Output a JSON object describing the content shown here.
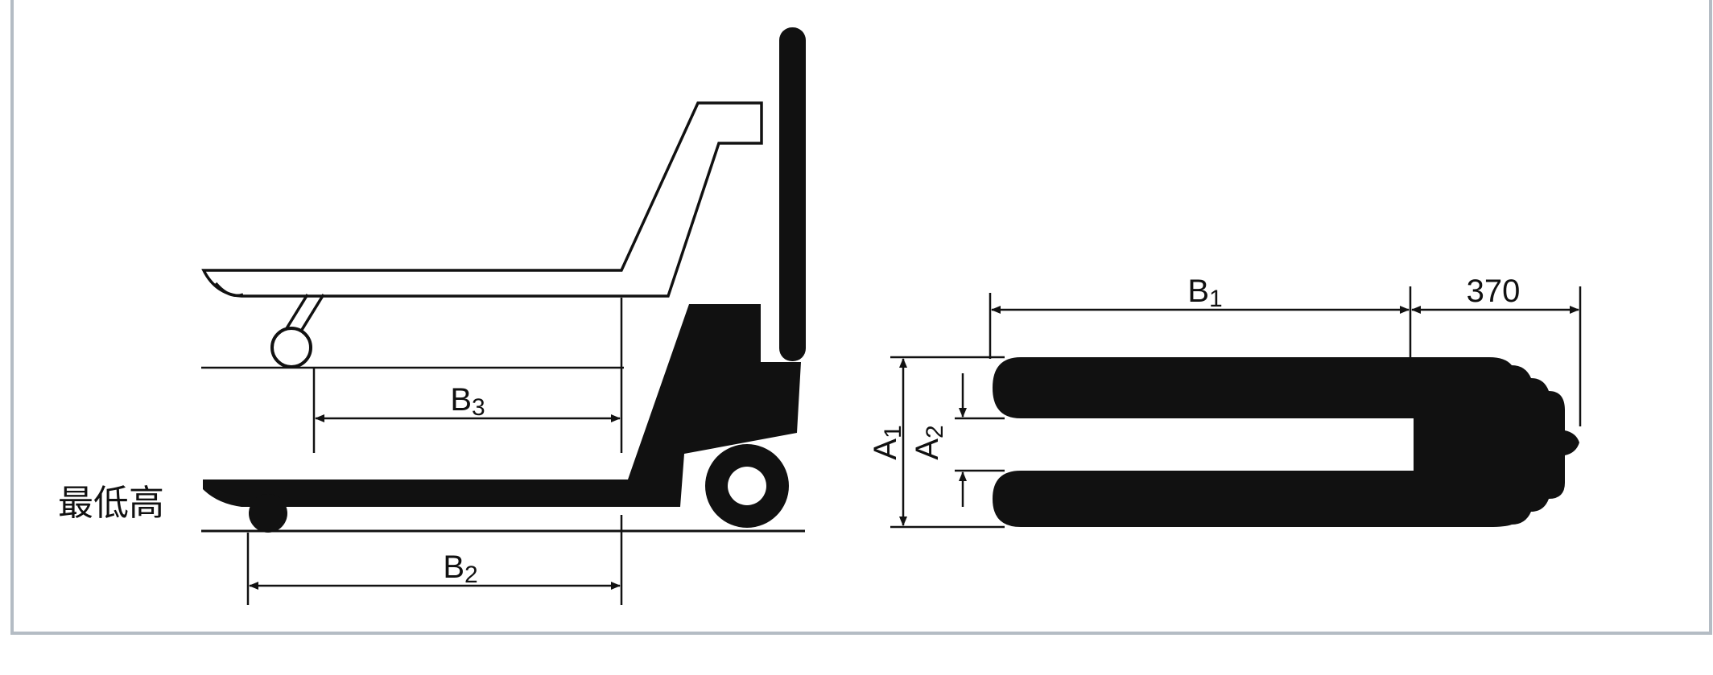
{
  "labels": {
    "b3": "B3",
    "b2": "B2",
    "b1": "B1",
    "dim370": "370",
    "a1": "A1",
    "a2": "A2",
    "min_height": "最低高"
  },
  "colors": {
    "ink": "#111111",
    "frame": "#b4bcc4",
    "background": "#ffffff"
  }
}
